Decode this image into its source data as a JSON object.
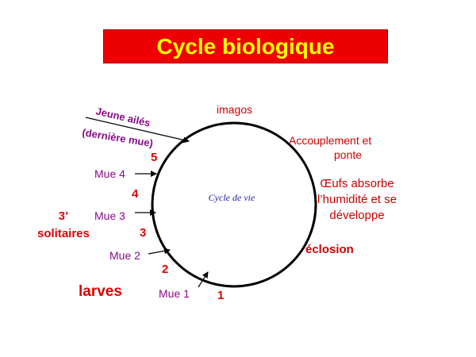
{
  "title": "Cycle biologique",
  "center_label": "Cycle de vie",
  "labels": {
    "imagos": "imagos",
    "accouplement_line1": "Accouplement et",
    "accouplement_line2": "ponte",
    "oeufs_line1": "Œufs absorbe",
    "oeufs_line2": "l’humidité et se",
    "oeufs_line3": "développe",
    "eclosion": "éclosion",
    "jeune_ailes": "Jeune ailés",
    "derniere_mue": "(dernière mue)",
    "mue4": "Mue 4",
    "mue3": "Mue 3",
    "mue2": "Mue 2",
    "mue1": "Mue 1",
    "num5": "5",
    "num4": "4",
    "num3": "3",
    "num2": "2",
    "num1": "1",
    "solitaires_line1": "3’",
    "solitaires_line2": "solitaires",
    "larves": "larves"
  },
  "colors": {
    "title_bg": "#ee0000",
    "title_text": "#ffff00",
    "stage_text": "#8b0a8b",
    "number_text": "#e00000",
    "center_text": "#1a1aa0"
  }
}
